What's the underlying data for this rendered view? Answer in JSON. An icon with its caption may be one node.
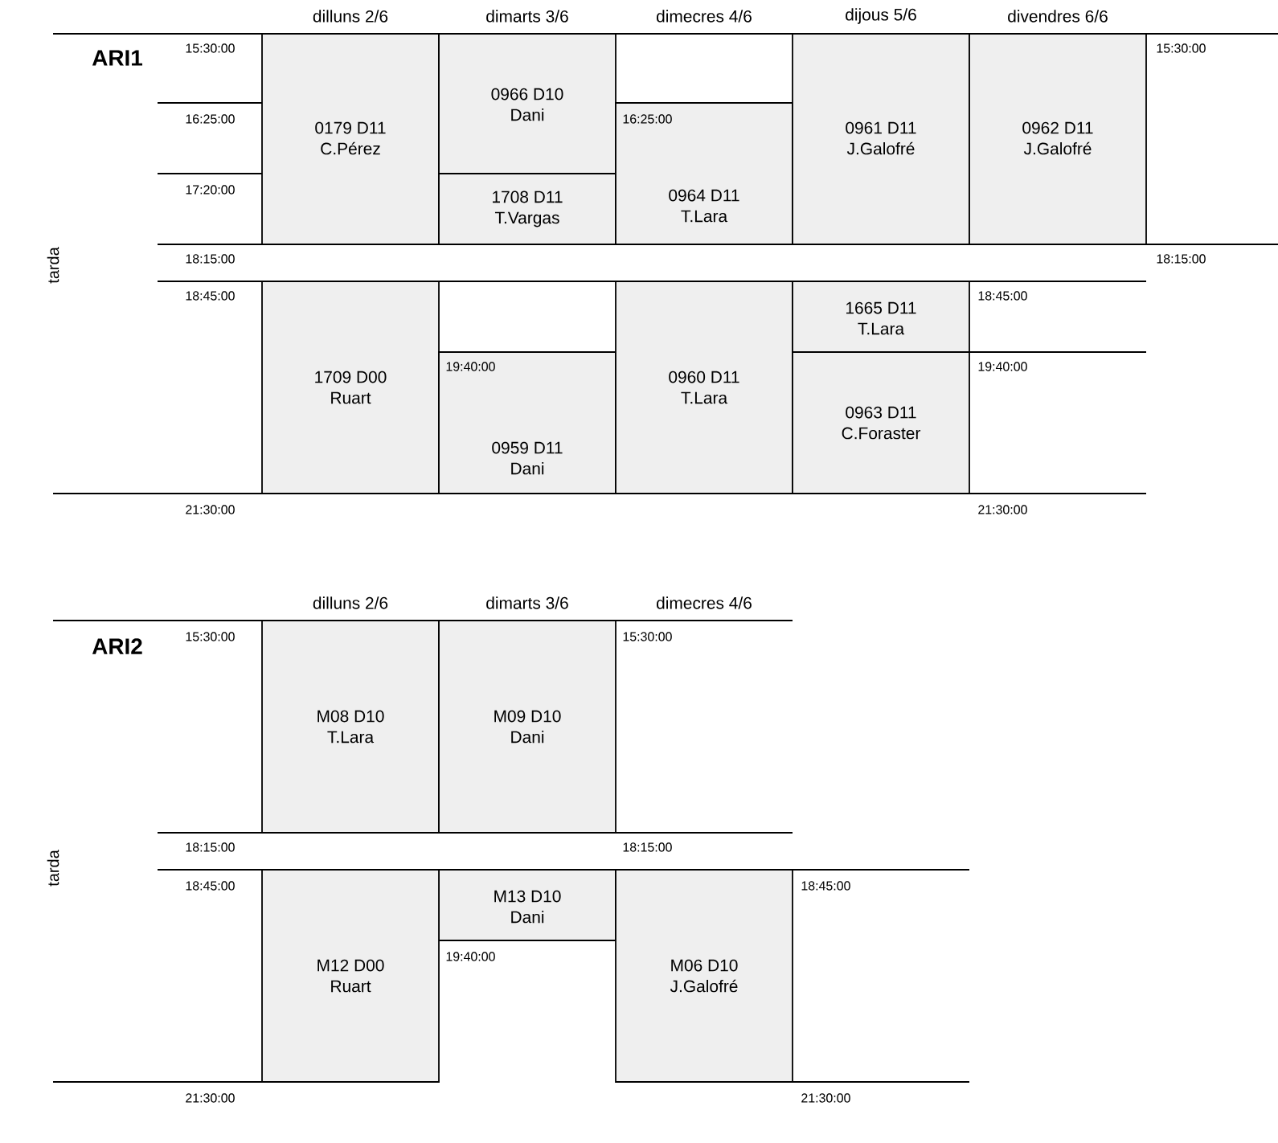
{
  "diagram": {
    "nodes": [
      {
        "text": [
          "0179 D11",
          "C.Pérez"
        ]
      },
      {
        "text": [
          "0966 D10",
          "Dani"
        ]
      },
      {
        "text": [
          "1708 D11",
          "T.Vargas"
        ]
      },
      {
        "text": [
          "0964 D11",
          "T.Lara"
        ]
      },
      {
        "text": [
          "0961 D11",
          "J.Galofré"
        ]
      },
      {
        "text": [
          "0962 D11",
          "J.Galofré"
        ]
      },
      {
        "text": [
          "1709 D00",
          "Ruart"
        ]
      },
      {
        "text": [
          "0959 D11",
          "Dani"
        ]
      },
      {
        "text": [
          "0960 D11",
          "T.Lara"
        ]
      },
      {
        "text": [
          "1665 D11",
          "T.Lara"
        ]
      },
      {
        "text": [
          "0963 D11",
          "C.Foraster"
        ]
      },
      {
        "text": [
          "M08 D10",
          "T.Lara"
        ]
      },
      {
        "text": [
          "M09 D10",
          "Dani"
        ]
      },
      {
        "text": [
          "M13 D10",
          "Dani"
        ]
      },
      {
        "text": [
          "M12 D00",
          "Ruart"
        ]
      },
      {
        "text": [
          "M06 D10",
          "J.Galofré"
        ]
      }
    ],
    "labels": [
      "dilluns 2/6",
      "dimarts 3/6",
      "dimecres 4/6",
      "dijous 5/6",
      "divendres 6/6",
      "ARI1",
      "15:30:00",
      "15:30:00",
      "16:25:00",
      "16:25:00",
      "17:20:00",
      "tarda",
      "18:15:00",
      "18:15:00",
      "18:45:00",
      "18:45:00",
      "19:40:00",
      "19:40:00",
      "21:30:00",
      "21:30:00",
      "dilluns 2/6",
      "dimarts 3/6",
      "dimecres 4/6",
      "ARI2",
      "15:30:00",
      "15:30:00",
      "tarda",
      "18:15:00",
      "18:15:00",
      "18:45:00",
      "18:45:00",
      "19:40:00",
      "21:30:00",
      "21:30:00"
    ]
  }
}
